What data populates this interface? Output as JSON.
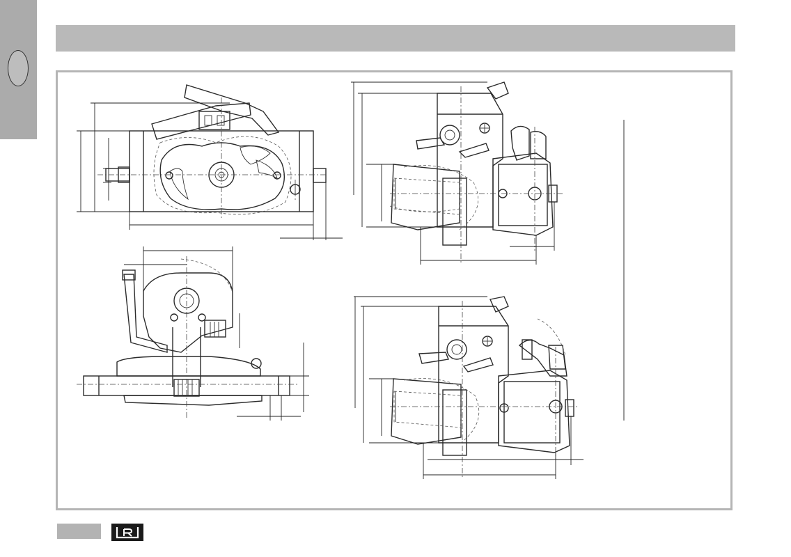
{
  "header": {
    "title": ""
  },
  "side_tab": {
    "label": ""
  },
  "footer": {
    "page_number": "",
    "logo_text": "R"
  },
  "drawing": {
    "views": [
      "front-view",
      "side-view-upper",
      "top-view",
      "side-view-lower"
    ]
  },
  "colors": {
    "tab": "#ababab",
    "header": "#b9b9b9",
    "frame_border": "#b5b5b5",
    "logo": "#1a1a1a"
  }
}
